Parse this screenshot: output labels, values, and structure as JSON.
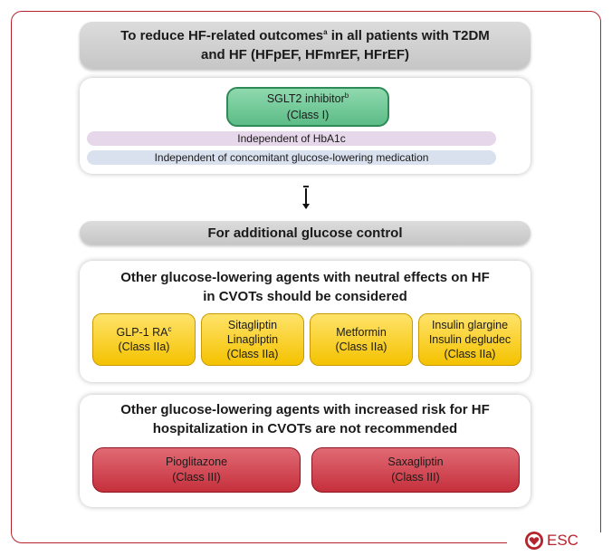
{
  "header1": {
    "line1": "To reduce HF-related outcomes",
    "line1_sup": "a",
    "line1_end": " in all patients with T2DM",
    "line2": "and HF (HFpEF, HFmrEF, HFrEF)"
  },
  "sglt2": {
    "name": "SGLT2 inhibitor",
    "sup": "b",
    "class": "(Class I)"
  },
  "bands": {
    "hba1c": "Independent of HbA1c",
    "concomitant": "Independent of concomitant glucose-lowering medication"
  },
  "header2": {
    "label": "For additional glucose control"
  },
  "neutral": {
    "title_line1": "Other glucose-lowering agents with neutral effects on HF",
    "title_line2": "in CVOTs should be considered",
    "agents": [
      {
        "line1": "GLP-1 RA",
        "sup": "c",
        "line2": "",
        "cls": "(Class IIa)"
      },
      {
        "line1": "Sitagliptin",
        "sup": "",
        "line2": "Linagliptin",
        "cls": "(Class IIa)"
      },
      {
        "line1": "Metformin",
        "sup": "",
        "line2": "",
        "cls": "(Class IIa)"
      },
      {
        "line1": "Insulin glargine",
        "sup": "",
        "line2": "Insulin degludec",
        "cls": "(Class IIa)"
      }
    ]
  },
  "increased": {
    "title_line1": "Other glucose-lowering agents with increased risk for HF",
    "title_line2": "hospitalization in CVOTs are not recommended",
    "agents": [
      {
        "line1": "Pioglitazone",
        "cls": "(Class III)"
      },
      {
        "line1": "Saxagliptin",
        "cls": "(Class III)"
      }
    ]
  },
  "logo": {
    "text": "ESC",
    "icon": "esc-heart-icon",
    "color": "#b5232d"
  },
  "colors": {
    "frame": "#b5232d",
    "green": "#5cbc87",
    "yellow": "#f4c200",
    "red": "#c5303c",
    "grey": "#c6c6c6"
  }
}
